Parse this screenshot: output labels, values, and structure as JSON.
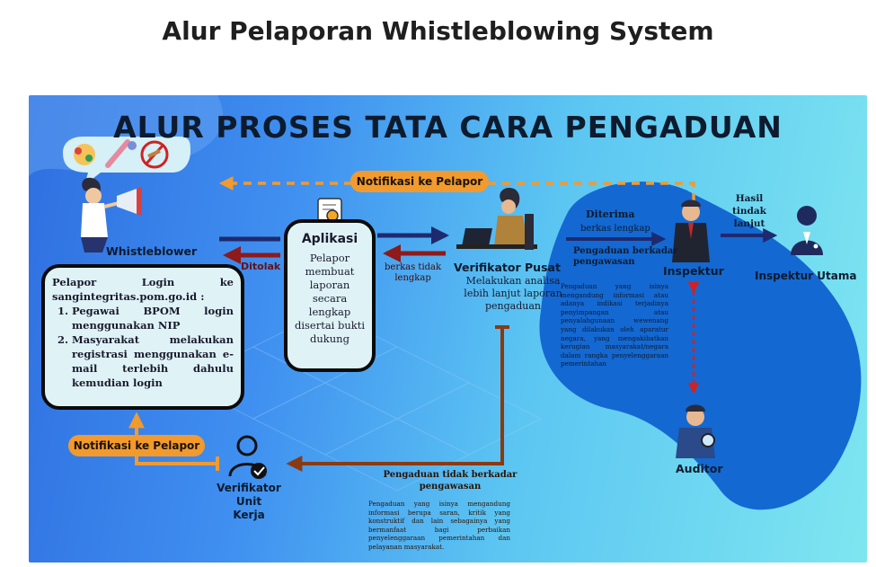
{
  "page_title": "Alur Pelaporan Whistleblowing System",
  "infographic": {
    "title": "ALUR PROSES TATA CARA PENGADUAN",
    "notif_top": "Notifikasi ke Pelapor",
    "notif_bottom": "Notifikasi ke Pelapor",
    "whistleblower": "Whistleblower",
    "ditolak": "Ditolak",
    "berkas_tidak_lengkap": [
      "berkas tidak",
      "lengkap"
    ],
    "aplikasi": {
      "title": "Aplikasi",
      "body": [
        "Pelapor",
        "membuat",
        "laporan",
        "secara",
        "lengkap",
        "disertai bukti",
        "dukung"
      ]
    },
    "login_card": {
      "intro": "Pelapor Login ke sangintegritas.pom.go.id :",
      "items": [
        "Pegawai BPOM login menggunakan NIP",
        "Masyarakat melakukan registrasi menggunakan e-mail terlebih dahulu kemudian login"
      ]
    },
    "verifikator_pusat": {
      "title": "Verifikator Pusat",
      "body": [
        "Melakukan analisa",
        "lebih lanjut laporan",
        "pengaduan"
      ]
    },
    "diterima": "Diterima",
    "berkas_lengkap": "berkas lengkap",
    "berkadar": [
      "Pengaduan berkadar",
      "pengawasan"
    ],
    "inspektur": "Inspektur",
    "inspektur_desc": "Pengaduan yang isinya mengandung informasi atau adanya indikasi terjadinya penyimpangan atau penyalahgunaan wewenang yang dilakukan oleh aparatur negara, yang mengakibatkan kerugian masyarakat/negara dalam rangka penyelenggaraan pemerintahan",
    "hasil": [
      "Hasil",
      "tindak",
      "lanjut"
    ],
    "inspektur_utama": "Inspektur Utama",
    "auditor": "Auditor",
    "verifikator_unit": [
      "Verifikator Unit",
      "Kerja"
    ],
    "tidak_berkadar": [
      "Pengaduan tidak berkadar",
      "pengawasan"
    ],
    "tidak_berkadar_desc": "Pengaduan yang isinya mengandung informasi berupa saran, kritik yang konstruktif dan lain sebagainya yang bermanfaat bagi perbaikan penyelenggaraan pemerintahan dan pelayanan masyarakat.",
    "colors": {
      "orange": "#f29a2e",
      "navy": "#1e2a6e",
      "maroon": "#8e1a1a",
      "brown": "#8a3a12",
      "blob": "#1468d2"
    }
  }
}
